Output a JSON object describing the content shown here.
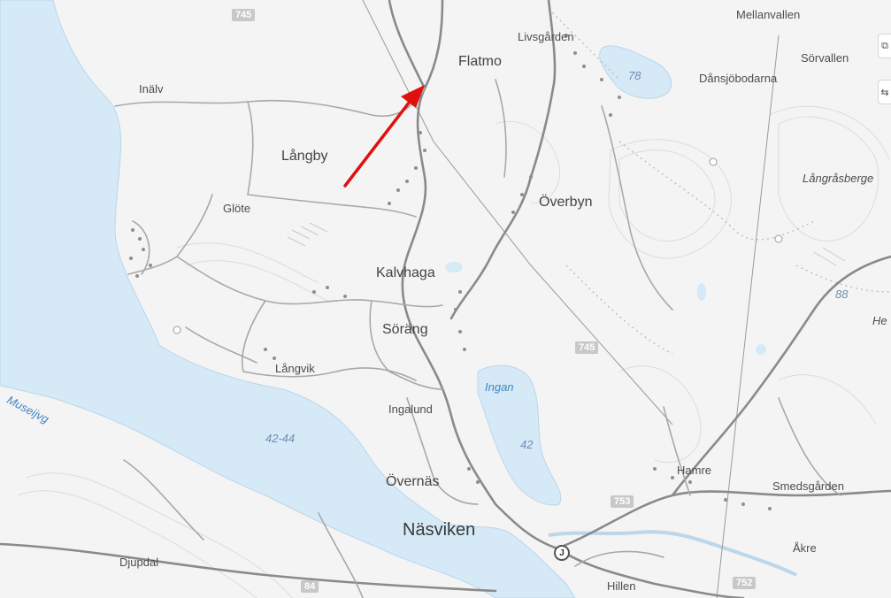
{
  "places": {
    "mellanvallen": "Mellanvallen",
    "livsgarden": "Livsgården",
    "flatmo": "Flatmo",
    "sorvallen": "Sörvallen",
    "dansjobodarna": "Dånsjöbodarna",
    "inalv": "Inälv",
    "langby": "Långby",
    "glote": "Glöte",
    "overbyn": "Överbyn",
    "langrasberget": "Långråsberge",
    "kalvhaga": "Kalvhaga",
    "sorang": "Söräng",
    "langvik": "Långvik",
    "ingalund": "Ingalund",
    "overnas": "Övernäs",
    "nasviken": "Näsviken",
    "hamre": "Hamre",
    "smedsgarden": "Smedsgården",
    "akre": "Åkre",
    "hillen": "Hillen",
    "djupdal": "Djupdal",
    "he": "He"
  },
  "water_labels": {
    "museijvg": "Museijvg",
    "ingan": "Ingan",
    "lake_level": "42-44",
    "ingan_level": "42",
    "pond_level": "78"
  },
  "elevations": {
    "e88": "88"
  },
  "road_numbers": {
    "r745_top": "745",
    "r745_mid": "745",
    "r753": "753",
    "r752": "752",
    "r84": "84"
  },
  "junction_label": "J",
  "controls": {
    "top_icon": "layers-icon",
    "second_icon": "swap-icon"
  },
  "annotation": {
    "type": "arrow",
    "color": "#e01010"
  },
  "colors": {
    "water": "#d5e9f7",
    "land": "#f4f4f4",
    "road": "#8a8a8a",
    "minor_road": "#a8a8a8",
    "contour": "#dcdcdc"
  }
}
